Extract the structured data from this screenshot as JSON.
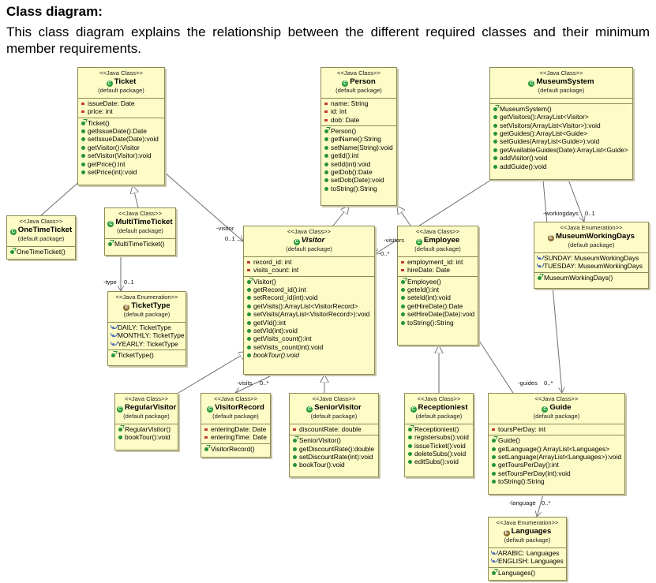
{
  "heading": "Class diagram:",
  "intro": "This class diagram explains the relationship between the different required classes and their minimum member requirements.",
  "classes": {
    "ticket": {
      "stereotype": "<<Java Class>>",
      "name": "Ticket",
      "package": "(default package)",
      "fields": [
        "issueDate: Date",
        "price: int"
      ],
      "methods": [
        "Ticket()",
        "getIssueDate():Date",
        "setIssueDate(Date):void",
        "getVisitor():Visitor",
        "setVisitor(Visitor):void",
        "getPrice():int",
        "setPrice(int):void"
      ]
    },
    "person": {
      "stereotype": "<<Java Class>>",
      "name": "Person",
      "package": "(default package)",
      "fields": [
        "name: String",
        "id: int",
        "dob: Date"
      ],
      "methods": [
        "Person()",
        "getName():String",
        "setName(String):void",
        "getId():int",
        "setId(int):void",
        "getDob():Date",
        "setDob(Date):void",
        "toString():String"
      ]
    },
    "museum_system": {
      "stereotype": "<<Java Class>>",
      "name": "MuseumSystem",
      "package": "(default package)",
      "fields": [],
      "methods": [
        "MuseumSystem()",
        "getVisitors():ArrayList<Visitor>",
        "setVisitors(ArrayList<Visitor>):void",
        "getGuides():ArrayList<Guide>",
        "setGuides(ArrayList<Guide>):void",
        "getAvailableGuides(Date):ArrayList<Guide>",
        "addVisitor():void",
        "addGuide():void"
      ]
    },
    "one_time_ticket": {
      "stereotype": "<<Java Class>>",
      "name": "OneTimeTicket",
      "package": "(default package)",
      "methods": [
        "OneTimeTicket()"
      ]
    },
    "multi_time_ticket": {
      "stereotype": "<<Java Class>>",
      "name": "MultiTimeTicket",
      "package": "(default package)",
      "methods": [
        "MultiTimeTicket()"
      ]
    },
    "visitor": {
      "stereotype": "<<Java Class>>",
      "name": "Visitor",
      "package": "(default package)",
      "fields": [
        "record_id: int",
        "visits_count: int"
      ],
      "methods": [
        "Visitor()",
        "getRecord_id():int",
        "setRecord_id(int):void",
        "getVisits():ArrayList<VisitorRecord>",
        "setVisits(ArrayList<VisitorRecord>):void",
        "getVId():int",
        "setVId(int):void",
        "getVisits_count():int",
        "setVisits_count(int):void",
        "bookTour():void"
      ]
    },
    "employee": {
      "stereotype": "<<Java Class>>",
      "name": "Employee",
      "package": "(default package)",
      "fields": [
        "employment_id: int",
        "hireDate: Date"
      ],
      "methods": [
        "Employee()",
        "geteId():int",
        "seteId(int):void",
        "getHireDate():Date",
        "setHireDate(Date):void",
        "toString():String"
      ]
    },
    "museum_working_days": {
      "stereotype": "<<Java Enumeration>>",
      "name": "MuseumWorkingDays",
      "package": "(default package)",
      "literals": [
        "SUNDAY: MuseumWorkingDays",
        "TUESDAY: MuseumWorkingDays"
      ],
      "methods": [
        "MuseumWorkingDays()"
      ]
    },
    "ticket_type": {
      "stereotype": "<<Java Enumeration>>",
      "name": "TicketType",
      "package": "(default package)",
      "literals": [
        "DAILY: TicketType",
        "MONTHLY: TicketType",
        "YEARLY: TicketType"
      ],
      "methods": [
        "TicketType()"
      ]
    },
    "regular_visitor": {
      "stereotype": "<<Java Class>>",
      "name": "RegularVisitor",
      "package": "(default package)",
      "methods": [
        "RegularVisitor()",
        "bookTour():void"
      ]
    },
    "visitor_record": {
      "stereotype": "<<Java Class>>",
      "name": "VisitorRecord",
      "package": "(default package)",
      "fields": [
        "enteringDate: Date",
        "enteringTime: Date"
      ],
      "methods": [
        "VisitorRecord()"
      ]
    },
    "senior_visitor": {
      "stereotype": "<<Java Class>>",
      "name": "SeniorVisitor",
      "package": "(default package)",
      "fields": [
        "discountRate: double"
      ],
      "methods": [
        "SeniorVisitor()",
        "getDiscountRate():double",
        "setDiscountRate(int):void",
        "bookTour():void"
      ]
    },
    "receptioniest": {
      "stereotype": "<<Java Class>>",
      "name": "Receptioniest",
      "package": "(default package)",
      "methods": [
        "Receptioniest()",
        "registersubs():void",
        "issueTicket():void",
        "deleteSubs():void",
        "editSubs():void"
      ]
    },
    "guide": {
      "stereotype": "<<Java Class>>",
      "name": "Guide",
      "package": "(default package)",
      "fields": [
        "toursPerDay: int"
      ],
      "methods": [
        "Guide()",
        "getLanguage():ArrayList<Languages>",
        "setLanguage(ArrayList<Languages>):void",
        "getToursPerDay():int",
        "setToursPerDay(int):void",
        "toString():String"
      ]
    },
    "languages": {
      "stereotype": "<<Java Enumeration>>",
      "name": "Languages",
      "package": "(default package)",
      "literals": [
        "ARABIC: Languages",
        "ENGLISH: Languages"
      ],
      "methods": [
        "Languages()"
      ]
    }
  },
  "edge_labels": {
    "ticket_visitor_role": "-visitor",
    "ticket_visitor_mult": "0..1",
    "ticket_type_role": "-type",
    "ticket_type_mult": "0..1",
    "visits_role": "-visits",
    "visits_mult": "0..*",
    "system_visitors_role": "-visitors",
    "system_visitors_mult": "0..*",
    "working_days_role": "-workingdays",
    "working_days_mult": "0..1",
    "guides_role": "-guides",
    "guides_mult": "0..*",
    "language_role": "-language",
    "language_mult": "0..*"
  },
  "colors": {
    "class_fill": "#fdfbc6",
    "class_border": "#8c8a56",
    "line": "#6e6e6e"
  }
}
